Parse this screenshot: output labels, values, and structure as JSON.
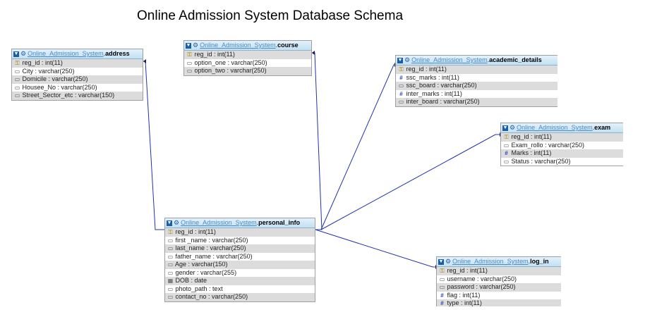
{
  "title": "Online Admission System Database Schema",
  "database": "Online_Admission_System",
  "separator": ".",
  "icons": {
    "table": "table-icon",
    "settings": "gear-icon",
    "primary_key": "key-icon",
    "text_column": "text-column-icon",
    "numeric_column": "hash-icon"
  },
  "colors": {
    "link": "#2233aa",
    "header": "#c2e1f3",
    "db_name": "#4b8bc2",
    "alt_row": "#dcdcdc"
  },
  "tables": {
    "address": {
      "name": "address",
      "columns": [
        {
          "icon": "key",
          "text": "reg_id : int(11)"
        },
        {
          "icon": "text",
          "text": "City : varchar(250)"
        },
        {
          "icon": "text",
          "text": "Domicile : varchar(250)"
        },
        {
          "icon": "text",
          "text": "Housee_No : varchar(250)"
        },
        {
          "icon": "text",
          "text": "Street_Sector_etc : varchar(150)"
        }
      ]
    },
    "course": {
      "name": "course",
      "columns": [
        {
          "icon": "key",
          "text": "reg_id : int(11)"
        },
        {
          "icon": "text",
          "text": "option_one : varchar(250)"
        },
        {
          "icon": "text",
          "text": "option_two : varchar(250)"
        }
      ]
    },
    "academic_details": {
      "name": "academic_details",
      "columns": [
        {
          "icon": "key",
          "text": "reg_id : int(11)"
        },
        {
          "icon": "num",
          "text": "ssc_marks : int(11)"
        },
        {
          "icon": "text",
          "text": "ssc_board : varchar(250)"
        },
        {
          "icon": "num",
          "text": "inter_marks : int(11)"
        },
        {
          "icon": "text",
          "text": "inter_board : varchar(250)"
        }
      ]
    },
    "exam": {
      "name": "exam",
      "columns": [
        {
          "icon": "key",
          "text": "reg_id : int(11)"
        },
        {
          "icon": "text",
          "text": "Exam_rollo : varchar(250)"
        },
        {
          "icon": "num",
          "text": "Marks : int(11)"
        },
        {
          "icon": "text",
          "text": "Status : varchar(250)"
        }
      ]
    },
    "personal_info": {
      "name": "personal_info",
      "columns": [
        {
          "icon": "key",
          "text": "reg_id : int(11)"
        },
        {
          "icon": "text",
          "text": "first _name : varchar(250)"
        },
        {
          "icon": "text",
          "text": "last_name : varchar(250)"
        },
        {
          "icon": "text",
          "text": "father_name : varchar(250)"
        },
        {
          "icon": "text",
          "text": "Age : varchar(150)"
        },
        {
          "icon": "text",
          "text": "gender : varchar(255)"
        },
        {
          "icon": "date",
          "text": "DOB : date"
        },
        {
          "icon": "text",
          "text": "photo_path : text"
        },
        {
          "icon": "text",
          "text": "contact_no : varchar(250)"
        }
      ]
    },
    "log_in": {
      "name": "log_in",
      "columns": [
        {
          "icon": "key",
          "text": "reg_id : int(11)"
        },
        {
          "icon": "text",
          "text": "username : varchar(250)"
        },
        {
          "icon": "text",
          "text": "password : varchar(250)"
        },
        {
          "icon": "num",
          "text": "flag : int(11)"
        },
        {
          "icon": "num",
          "text": "type : int(11)"
        }
      ]
    }
  },
  "relations": [
    {
      "from": "personal_info",
      "to": "address"
    },
    {
      "from": "personal_info",
      "to": "course"
    },
    {
      "from": "personal_info",
      "to": "academic_details"
    },
    {
      "from": "personal_info",
      "to": "exam"
    },
    {
      "from": "personal_info",
      "to": "log_in"
    }
  ]
}
